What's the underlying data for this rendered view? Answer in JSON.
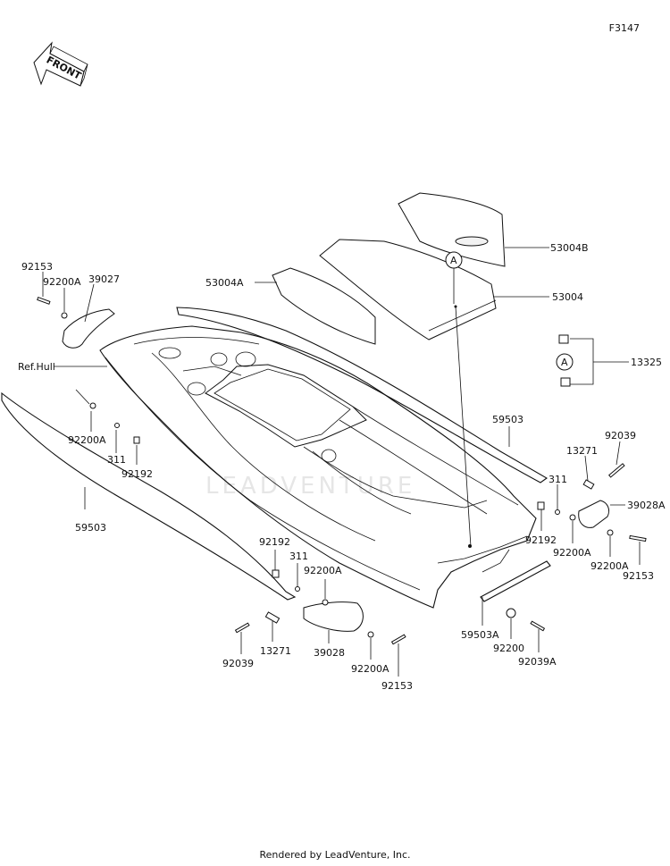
{
  "figure_id": "F3147",
  "front_label": "FRONT",
  "watermark": "LEADVENTURE",
  "ref_label": "Ref.Hull",
  "view_marker": "A",
  "footer": "Rendered by LeadVenture, Inc.",
  "parts": {
    "p53004B": "53004B",
    "p53004A": "53004A",
    "p53004": "53004",
    "p13325": "13325",
    "p92153_a": "92153",
    "p92200A_a": "92200A",
    "p39027": "39027",
    "p92200A_b": "92200A",
    "p311_a": "311",
    "p92192_a": "92192",
    "p59503_a": "59503",
    "p59503_b": "59503",
    "p13271_a": "13271",
    "p92039_a": "92039",
    "p311_b": "311",
    "p39028A": "39028A",
    "p92192_b": "92192",
    "p92200A_c": "92200A",
    "p92200A_d": "92200A",
    "p92153_b": "92153",
    "p92192_c": "92192",
    "p311_c": "311",
    "p92200A_e": "92200A",
    "p59503A": "59503A",
    "p92200": "92200",
    "p92039A": "92039A",
    "p92039_b": "92039",
    "p13271_b": "13271",
    "p39028": "39028",
    "p92200A_f": "92200A",
    "p92153_c": "92153"
  }
}
